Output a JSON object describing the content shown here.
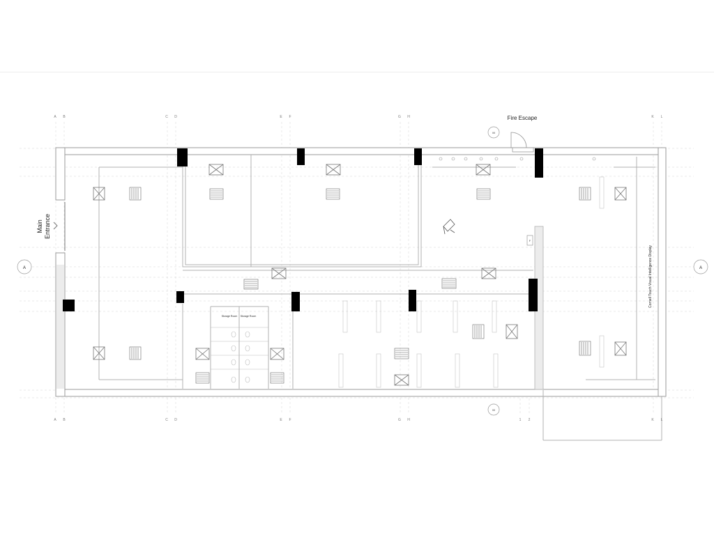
{
  "labels": {
    "fire_escape": "Fire Escape",
    "main_entrance_line1": "Main",
    "main_entrance_line2": "Entrance",
    "display": "Cornell Touch Visual Intelligence Display",
    "storage_room": "Storage Room",
    "section_marker": "A",
    "door_marker": "M",
    "stair_marker": "F"
  },
  "grid": {
    "top_columns": [
      "A",
      "B",
      "C",
      "D",
      "E",
      "F",
      "G",
      "H",
      "K",
      "L"
    ],
    "bottom_columns": [
      "A",
      "B",
      "C",
      "D",
      "E",
      "F",
      "G",
      "H",
      "1",
      "2",
      "K",
      "L"
    ]
  },
  "colors": {
    "wall": "#9a9a9a",
    "column": "#000000",
    "line": "#b5b5b5",
    "grid": "#c8c8c8"
  }
}
